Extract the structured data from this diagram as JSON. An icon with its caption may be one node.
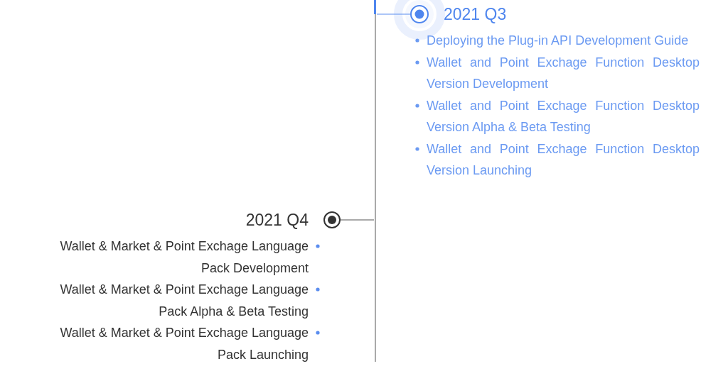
{
  "diagram": {
    "nodes": [
      {
        "text": [],
        "shape": "bar"
      },
      {
        "text": [],
        "shape": "circle",
        "beside": [
          "2021 Q3",
          "Deploying the Plug-in API Development Guide",
          "Wallet and Point Exchage Function Desktop Version Development",
          "Wallet and Point Exchage Function Desktop Version Alpha & Beta Testing",
          "Wallet and Point Exchage Function Desktop Version Launching"
        ]
      },
      {
        "text": [],
        "shape": "circle",
        "beside": [
          "2021 Q4",
          "Wallet & Market & Point Exchage Language Pack Development",
          "Wallet & Market & Point Exchage Language Pack Alpha & Beta Testing",
          "Wallet & Market & Point Exchage Language Pack Launching"
        ]
      }
    ],
    "edges": [
      {
        "from": 0,
        "to": 1,
        "arrow": "none",
        "color": "#5b8def"
      },
      {
        "from": 0,
        "to": 2,
        "arrow": "none",
        "color": "#555555"
      }
    ]
  }
}
